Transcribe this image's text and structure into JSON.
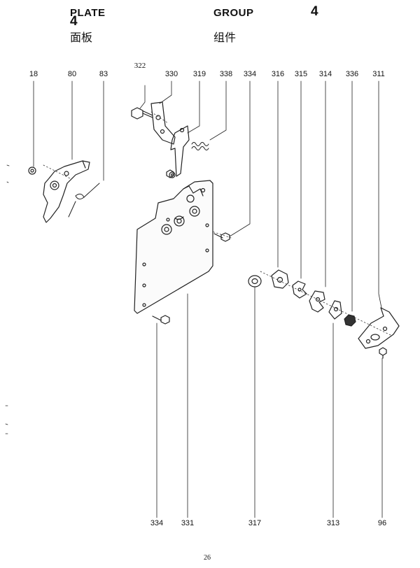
{
  "header": {
    "plate_label": "PLATE",
    "plate_number": "4",
    "plate_cn": "面板",
    "group_label": "GROUP",
    "group_number": "4",
    "group_cn": "组件"
  },
  "top_labels": [
    "322",
    "18",
    "80",
    "83",
    "330",
    "319",
    "338",
    "334",
    "316",
    "315",
    "314",
    "336",
    "311"
  ],
  "bottom_labels": [
    "334",
    "331",
    "317",
    "313",
    "96"
  ],
  "page_number": "26"
}
